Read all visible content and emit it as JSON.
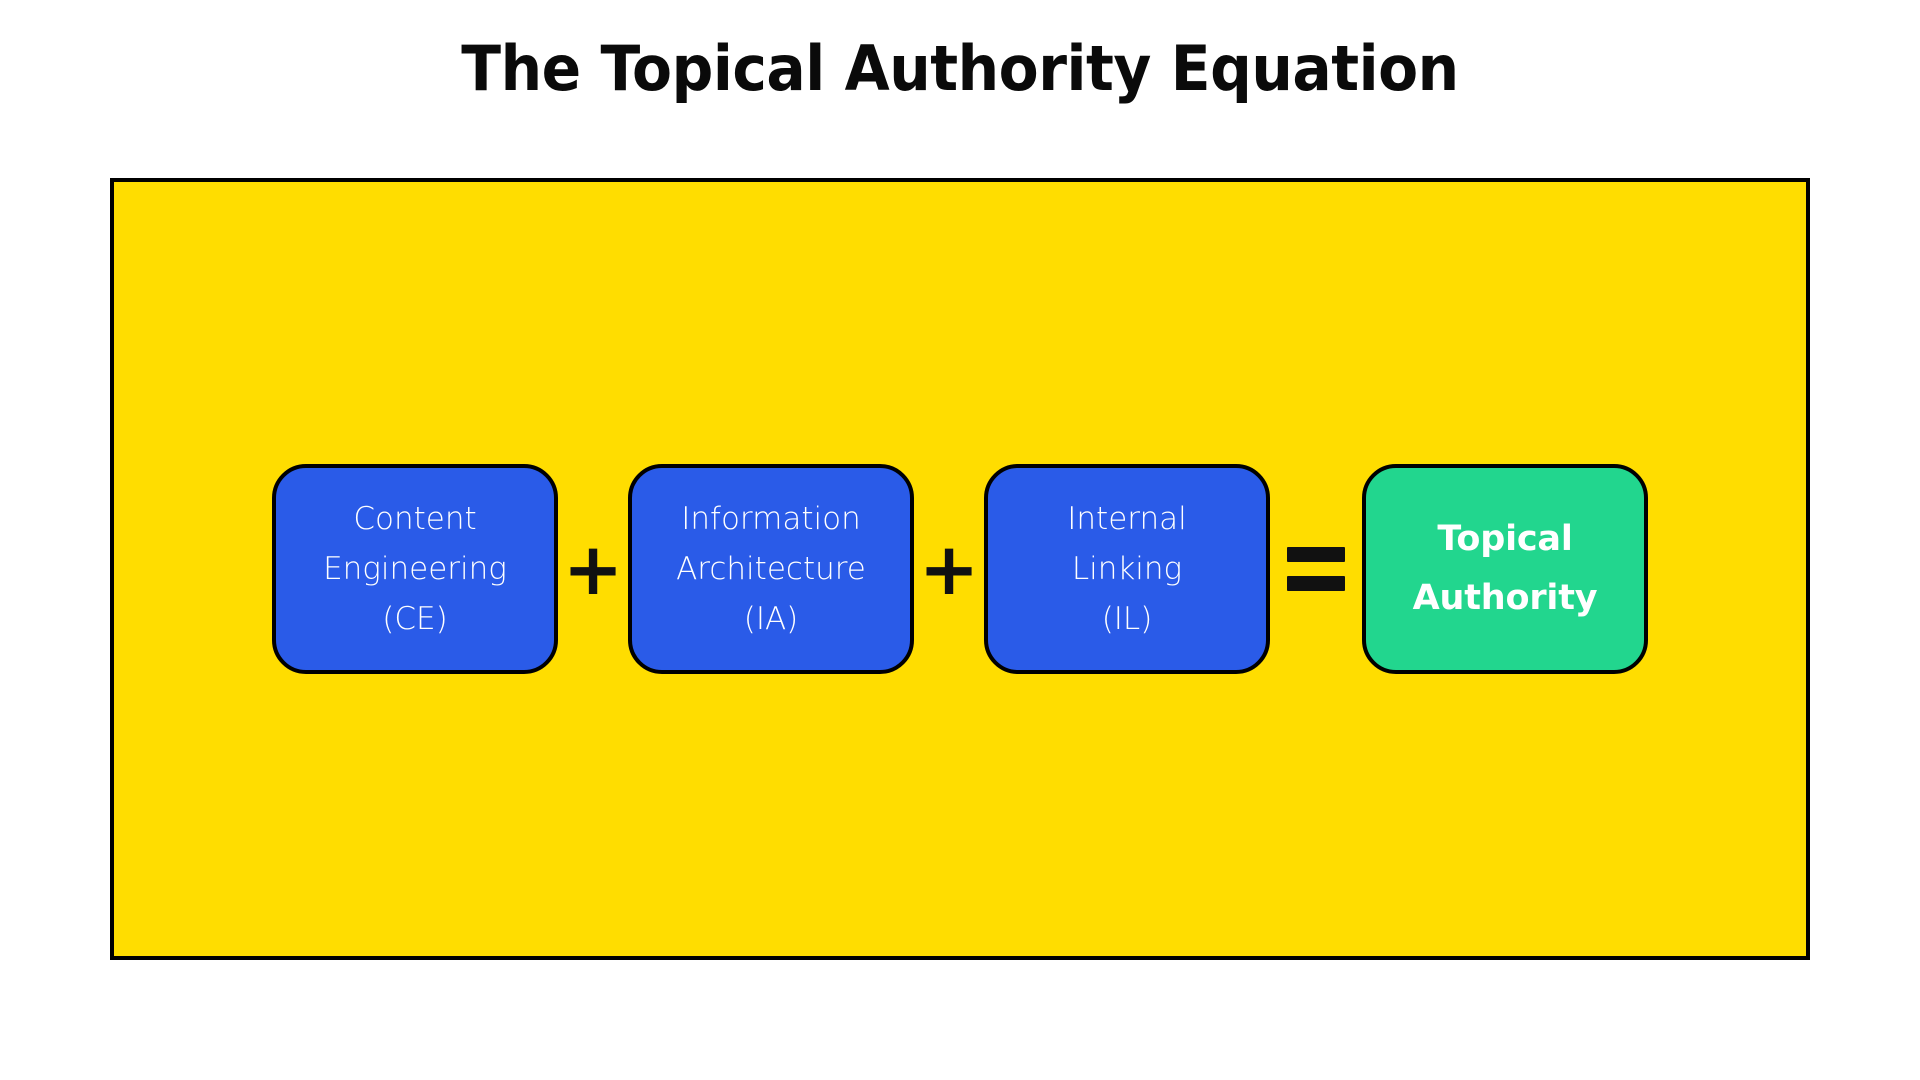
{
  "page": {
    "title": "The Topical Authority Equation",
    "background_color": "#FFFFFF"
  },
  "panel": {
    "fill_color": "#FFDD00",
    "border_color": "#000000"
  },
  "colors": {
    "yellow": "#FFDD00",
    "blue": "#2A5BE8",
    "green": "#22D68E",
    "black": "#000000",
    "white": "#FFFFFF"
  },
  "equation": {
    "operators": {
      "plus": "+",
      "equals": "="
    },
    "terms": [
      {
        "id": "content-engineering",
        "kind": "input",
        "color": "#2A5BE8",
        "line1": "Content",
        "line2": "Engineering",
        "line3": "(CE)",
        "abbreviation": "CE"
      },
      {
        "id": "information-architecture",
        "kind": "input",
        "color": "#2A5BE8",
        "line1": "Information",
        "line2": "Architecture",
        "line3": "(IA)",
        "abbreviation": "IA"
      },
      {
        "id": "internal-linking",
        "kind": "input",
        "color": "#2A5BE8",
        "line1": "Internal",
        "line2": "Linking",
        "line3": "(IL)",
        "abbreviation": "IL"
      }
    ],
    "result": {
      "id": "topical-authority",
      "kind": "result",
      "color": "#22D68E",
      "line1": "Topical",
      "line2": "Authority"
    }
  }
}
